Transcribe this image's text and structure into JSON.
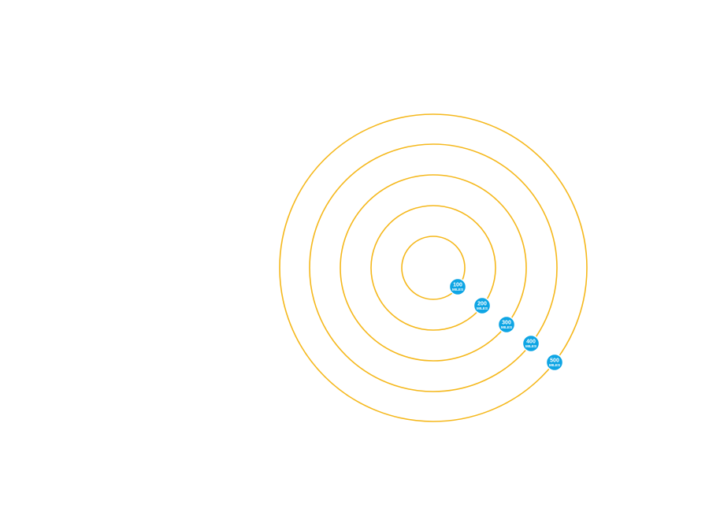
{
  "colors": {
    "ring": "#F5B81C",
    "badge": "#0EA5E4",
    "badge_text": "#FFFFFF",
    "background": "#FFFFFF"
  },
  "rings": [
    {
      "miles": "100",
      "unit": "MILES"
    },
    {
      "miles": "200",
      "unit": "MILES"
    },
    {
      "miles": "300",
      "unit": "MILES"
    },
    {
      "miles": "400",
      "unit": "MILES"
    },
    {
      "miles": "500",
      "unit": "MILES"
    }
  ]
}
